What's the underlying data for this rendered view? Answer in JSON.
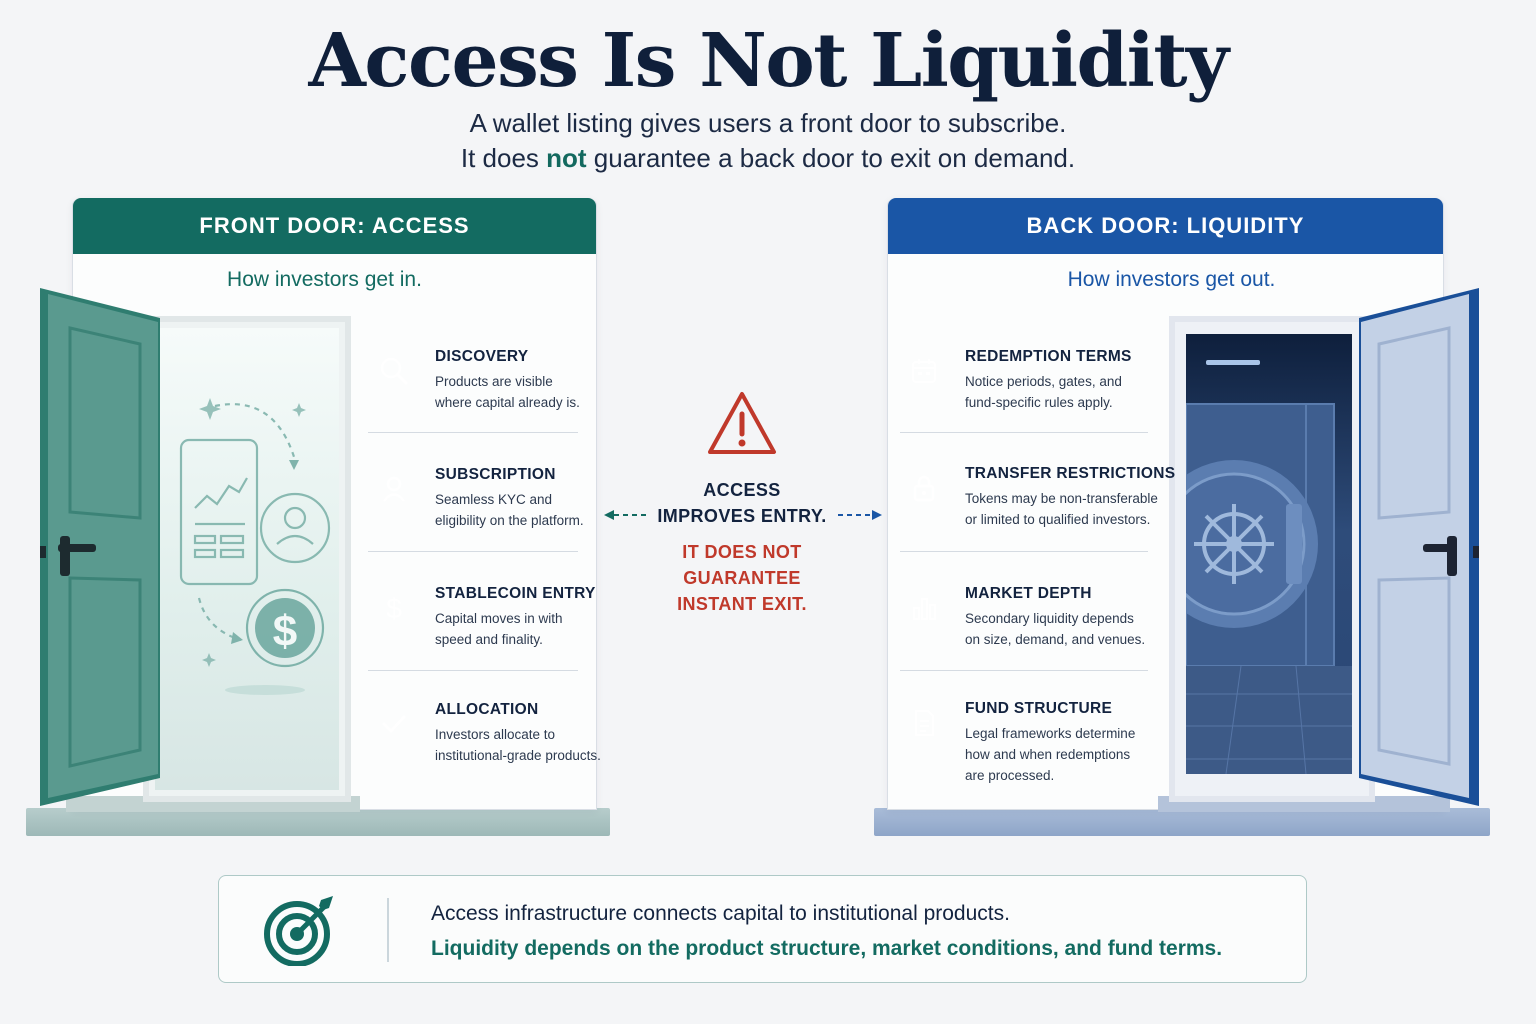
{
  "header": {
    "title": "Access Is Not Liquidity",
    "subtitle_line1": "A wallet listing gives users a front door to subscribe.",
    "subtitle_line2_before": "It does ",
    "subtitle_line2_highlight": "not",
    "subtitle_line2_after": " guarantee a back door to exit on demand."
  },
  "front_door": {
    "heading": "FRONT DOOR: ACCESS",
    "tagline": "How investors get in.",
    "items": [
      {
        "icon": "search-icon",
        "title": "DISCOVERY",
        "desc_line1": "Products are visible",
        "desc_line2": "where capital already is."
      },
      {
        "icon": "user-icon",
        "title": "SUBSCRIPTION",
        "desc_line1": "Seamless KYC and",
        "desc_line2": "eligibility on the platform."
      },
      {
        "icon": "dollar-icon",
        "title": "STABLECOIN ENTRY",
        "desc_line1": "Capital moves in with",
        "desc_line2": "speed and finality."
      },
      {
        "icon": "check-icon",
        "title": "ALLOCATION",
        "desc_line1": "Investors allocate to",
        "desc_line2": "institutional-grade products."
      }
    ]
  },
  "back_door": {
    "heading": "BACK DOOR: LIQUIDITY",
    "tagline": "How investors get out.",
    "items": [
      {
        "icon": "calendar-icon",
        "title": "REDEMPTION TERMS",
        "desc_line1": "Notice periods, gates, and",
        "desc_line2": "fund-specific rules apply."
      },
      {
        "icon": "lock-icon",
        "title": "TRANSFER RESTRICTIONS",
        "desc_line1": "Tokens may be non-transferable",
        "desc_line2": "or limited to qualified investors."
      },
      {
        "icon": "bar-chart-icon",
        "title": "MARKET DEPTH",
        "desc_line1": "Secondary liquidity depends",
        "desc_line2": "on size, demand, and venues."
      },
      {
        "icon": "document-icon",
        "title": "FUND STRUCTURE",
        "desc_line1": "Legal frameworks determine",
        "desc_line2": "how and when redemptions",
        "desc_line3": "are processed."
      }
    ]
  },
  "center": {
    "line1": "ACCESS",
    "line2": "IMPROVES ENTRY.",
    "line3": "IT DOES NOT",
    "line4": "GUARANTEE",
    "line5": "INSTANT EXIT."
  },
  "footer": {
    "line1": "Access infrastructure connects capital to institutional products.",
    "line2": "Liquidity depends on the product structure, market conditions, and fund terms."
  },
  "colors": {
    "front_accent": "#136b61",
    "back_accent": "#1a56a6",
    "warning": "#c0392b",
    "title": "#0f1f3a"
  }
}
